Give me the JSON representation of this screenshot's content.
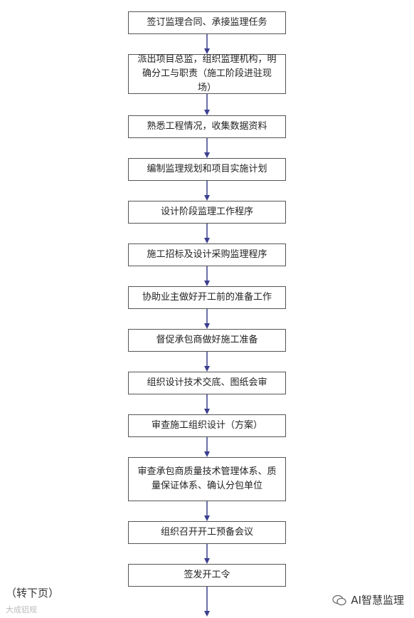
{
  "steps": [
    {
      "id": "s1",
      "text": "签订监理合同、承接监理任务"
    },
    {
      "id": "s2",
      "text": "派出项目总监，组织监理机构，明确分工与职责（施工阶段进驻现场）"
    },
    {
      "id": "s3",
      "text": "熟悉工程情况，收集数据资料"
    },
    {
      "id": "s4",
      "text": "编制监理规划和项目实施计划"
    },
    {
      "id": "s5",
      "text": "设计阶段监理工作程序"
    },
    {
      "id": "s6",
      "text": "施工招标及设计采购监理程序"
    },
    {
      "id": "s7",
      "text": "协助业主做好开工前的准备工作"
    },
    {
      "id": "s8",
      "text": "督促承包商做好施工准备"
    },
    {
      "id": "s9",
      "text": "组织设计技术交底、图纸会审"
    },
    {
      "id": "s10",
      "text": "审查施工组织设计（方案）"
    },
    {
      "id": "s11",
      "text": "审查承包商质量技术管理体系、质量保证体系、确认分包单位"
    },
    {
      "id": "s12",
      "text": "组织召开开工预备会议"
    },
    {
      "id": "s13",
      "text": "签发开工令"
    }
  ],
  "footer": {
    "continue_note": "（转下页）",
    "watermark": "大成铝规",
    "brand": "AI智慧监理"
  },
  "colors": {
    "arrow": "#3b3f8f",
    "border": "#555555"
  }
}
